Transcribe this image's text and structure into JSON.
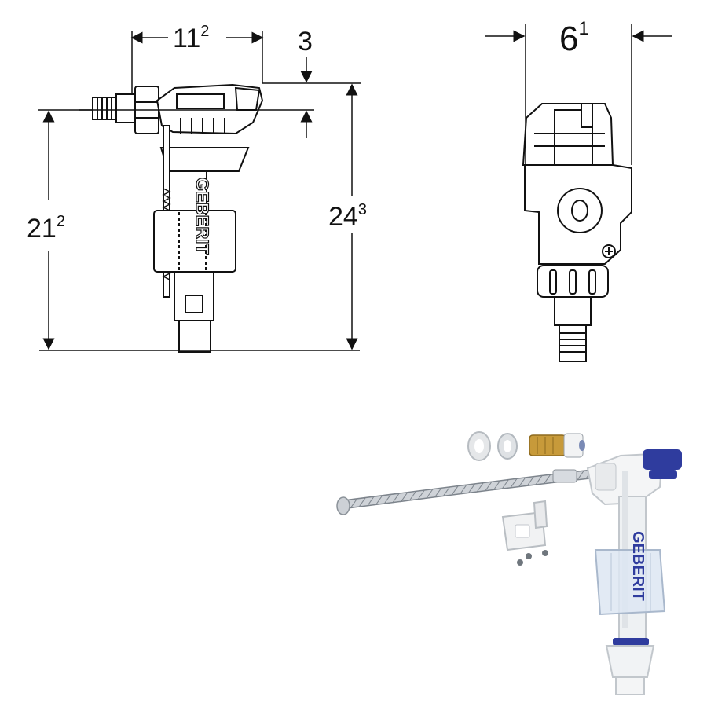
{
  "dimensions": {
    "top_width": {
      "main": "11",
      "sup": "2"
    },
    "top_offset": {
      "main": "3"
    },
    "left_height": {
      "main": "21",
      "sup": "2"
    },
    "right_height": {
      "main": "24",
      "sup": "3"
    },
    "side_width": {
      "main": "6",
      "sup": "1"
    }
  },
  "brand": {
    "logo_text": "GEBERIT"
  },
  "colors": {
    "line": "#111111",
    "accent_blue": "#2f3c9e",
    "brass": "#c79a3a",
    "plastic": "#e9ecef"
  }
}
